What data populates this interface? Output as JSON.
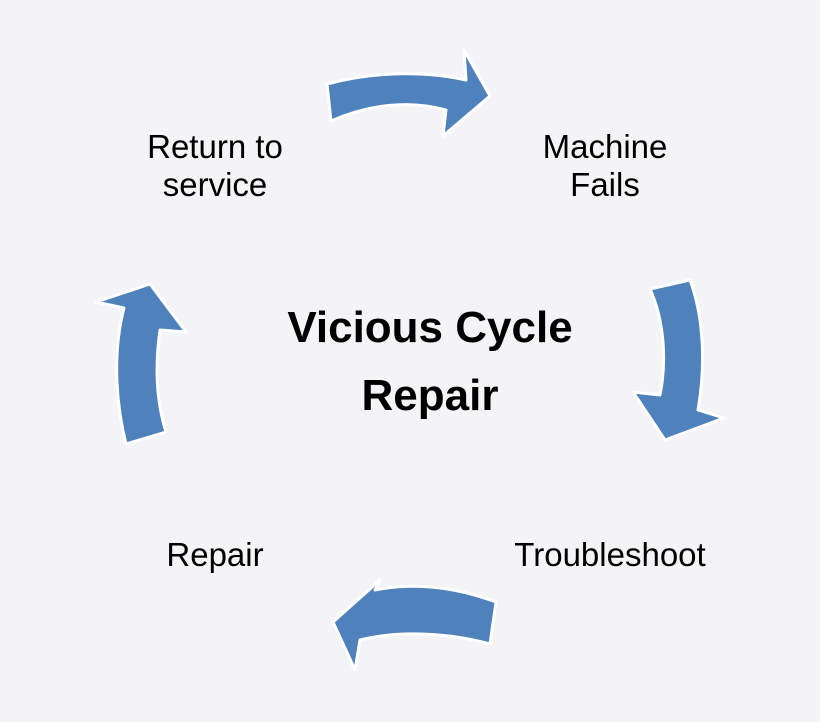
{
  "diagram": {
    "center_title": "Vicious Cycle\nRepair",
    "steps": [
      {
        "label": "Return to\nservice"
      },
      {
        "label": "Machine\nFails"
      },
      {
        "label": "Troubleshoot"
      },
      {
        "label": "Repair"
      }
    ],
    "arrow_color": "#4f81bd",
    "background_color": "#f4f4f6"
  }
}
